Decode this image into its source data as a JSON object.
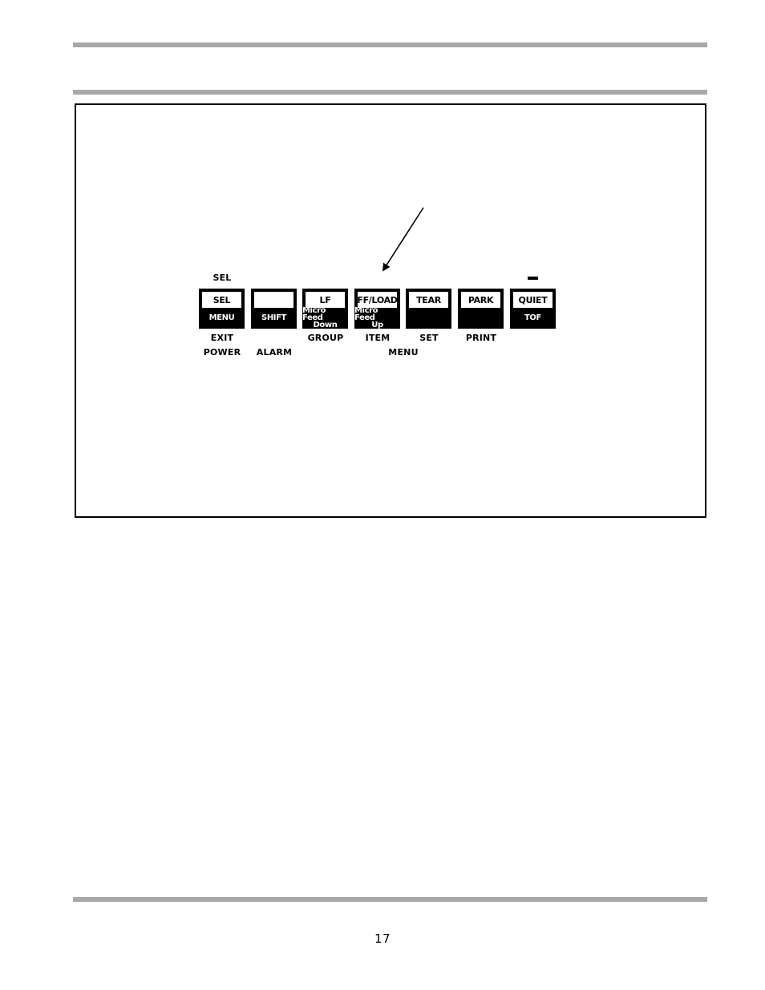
{
  "page": {
    "number": "17"
  },
  "panel": {
    "above_labels": {
      "sel": "SEL"
    },
    "keys": [
      {
        "id": "sel",
        "top": "SEL",
        "bottom": [
          "MENU"
        ]
      },
      {
        "id": "shift",
        "top": "",
        "bottom": [
          "SHIFT"
        ]
      },
      {
        "id": "lf",
        "top": "LF",
        "bottom": [
          "Micro Feed",
          "Down"
        ]
      },
      {
        "id": "ffload",
        "top": "FF/LOAD",
        "bottom": [
          "Micro Feed",
          "Up"
        ]
      },
      {
        "id": "tear",
        "top": "TEAR",
        "bottom": [
          ""
        ]
      },
      {
        "id": "park",
        "top": "PARK",
        "bottom": [
          ""
        ]
      },
      {
        "id": "quiet",
        "top": "QUIET",
        "bottom": [
          "TOF"
        ]
      }
    ],
    "below_labels_row1": {
      "exit": "EXIT",
      "group": "GROUP",
      "item": "ITEM",
      "set": "SET",
      "print": "PRINT"
    },
    "below_labels_row2": {
      "power": "POWER",
      "alarm": "ALARM",
      "menu": "MENU"
    }
  },
  "icons": {
    "arrow": "arrow-pointer-icon",
    "dash": "minus-icon"
  }
}
